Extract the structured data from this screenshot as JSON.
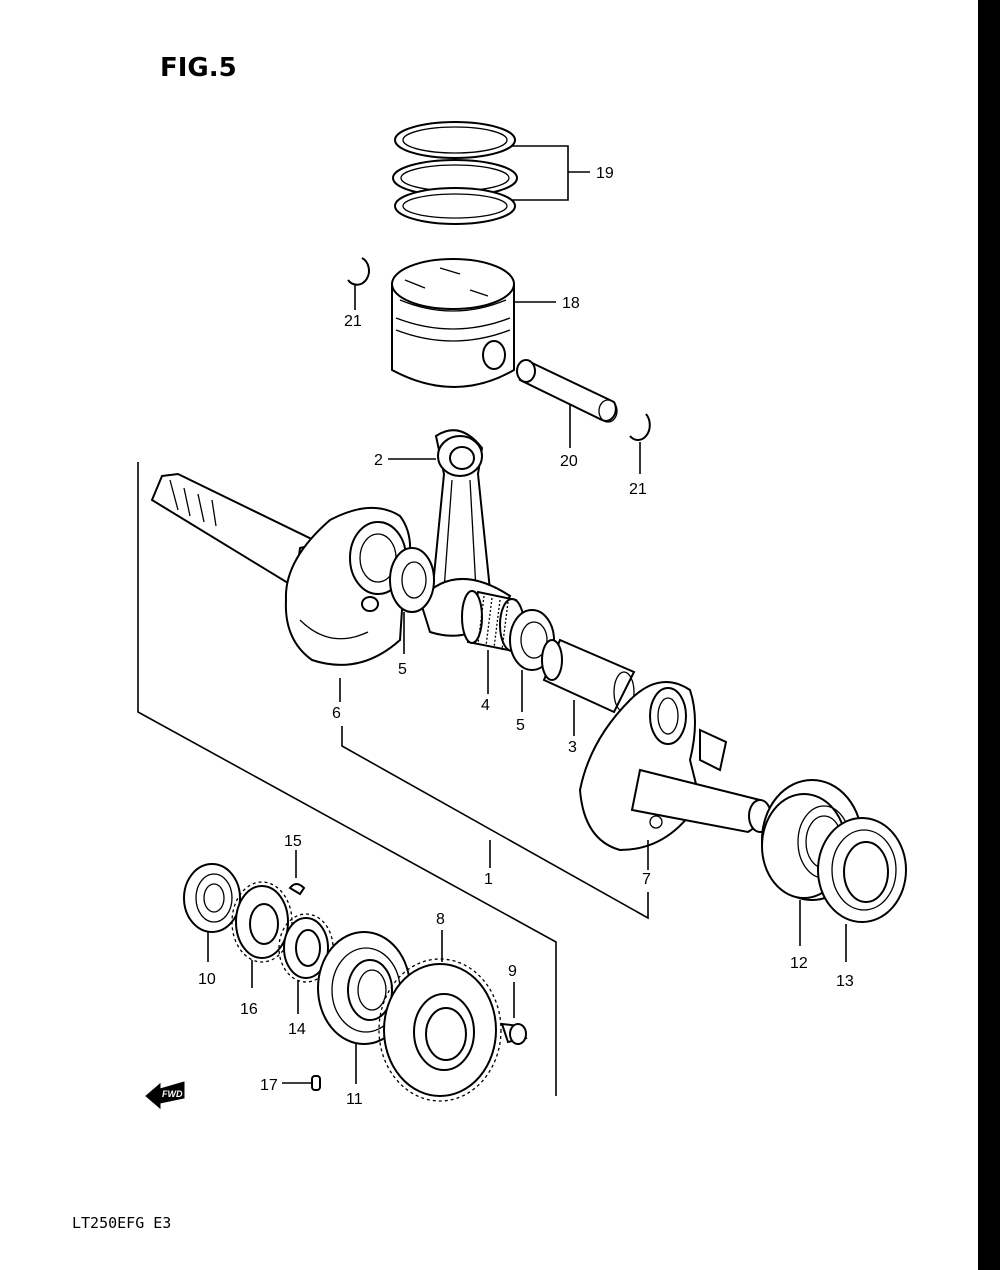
{
  "figure": {
    "title": "FIG.5",
    "model_code": "LT250EFG  E3"
  },
  "direction_marker": {
    "label": "FWD"
  },
  "edge_bar_color": "#000000",
  "callouts": {
    "p1": "1",
    "p2": "2",
    "p3": "3",
    "p4": "4",
    "p5a": "5",
    "p5b": "5",
    "p6": "6",
    "p7": "7",
    "p8": "8",
    "p9": "9",
    "p10": "10",
    "p11": "11",
    "p12": "12",
    "p13": "13",
    "p14": "14",
    "p15": "15",
    "p16": "16",
    "p17": "17",
    "p18": "18",
    "p19": "19",
    "p20": "20",
    "p21a": "21",
    "p21b": "21"
  }
}
